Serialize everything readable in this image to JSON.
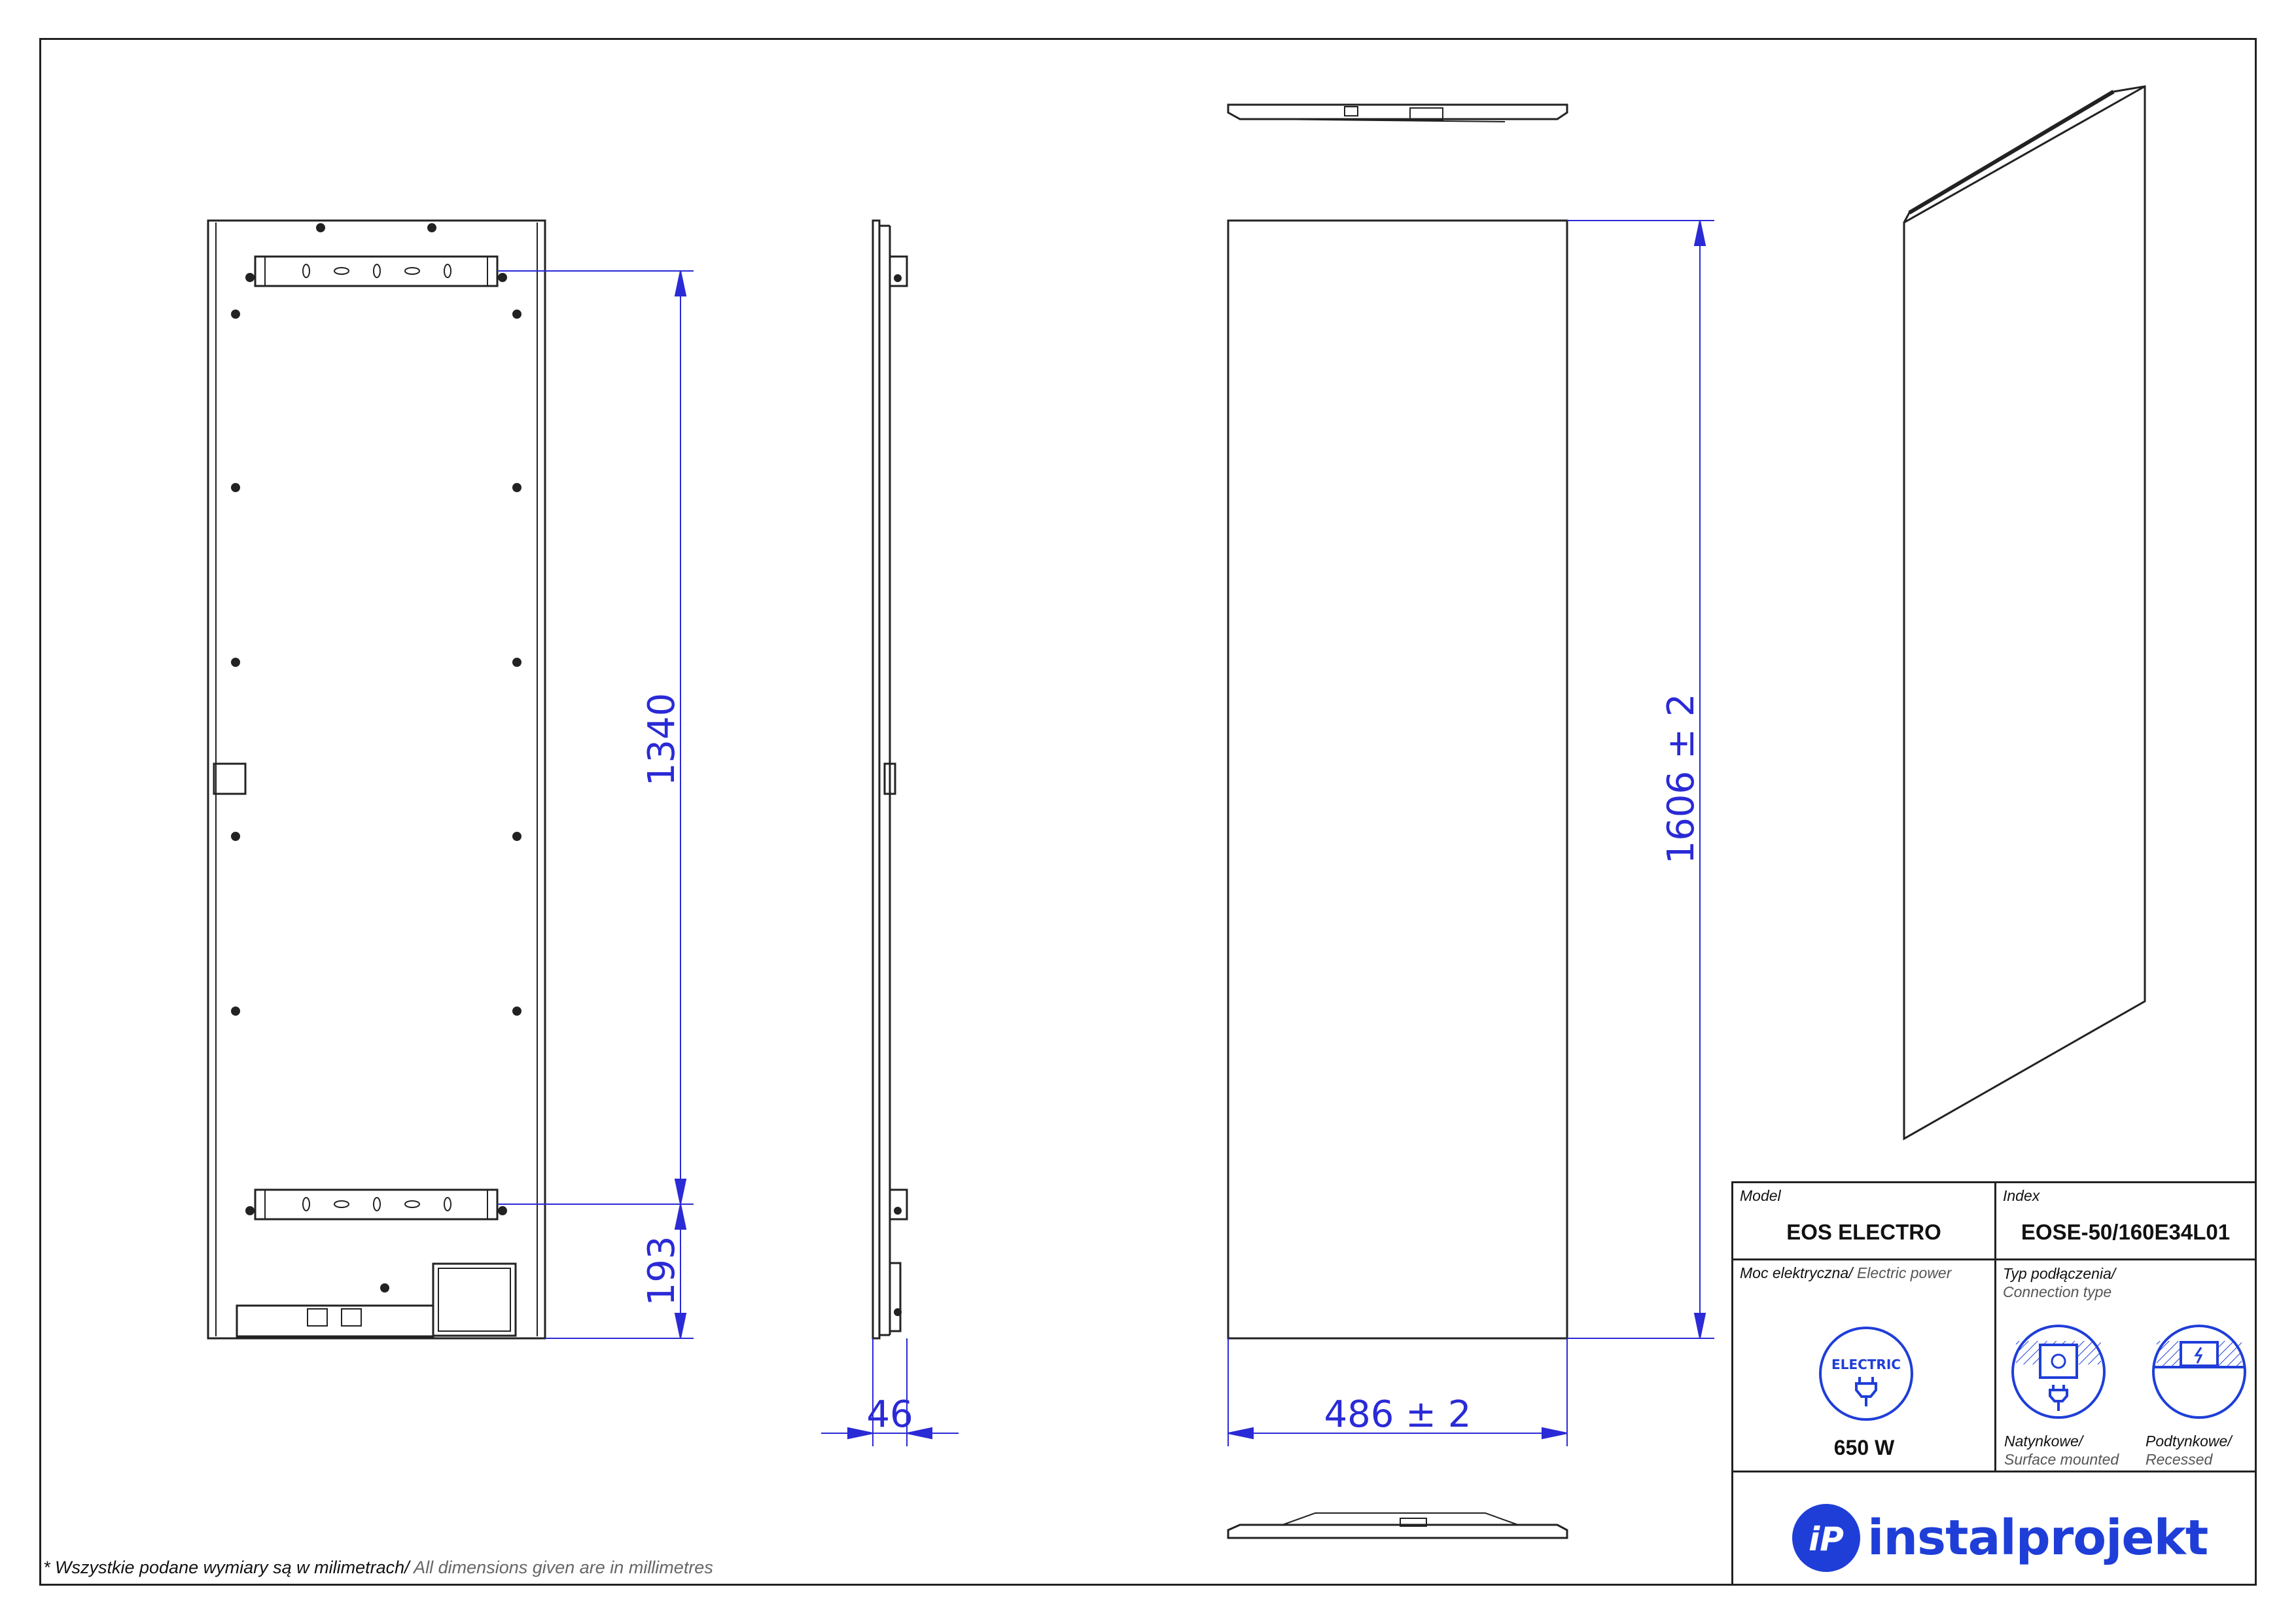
{
  "drawing": {
    "dimensions": {
      "bracket_spacing": "1340",
      "bottom_offset": "193",
      "depth": "46",
      "height": "1606  ± 2",
      "width": "486  ± 2"
    }
  },
  "title_block": {
    "model": {
      "label": "Model",
      "value": "EOS ELECTRO"
    },
    "index": {
      "label": "Index",
      "value": "EOSE-50/160E34L01"
    },
    "power": {
      "label_pl": "Moc elektryczna/",
      "label_en": " Electric power",
      "badge": "ELECTRIC",
      "value": "650 W"
    },
    "connection": {
      "label_pl": "Typ podłączenia/",
      "label_en": "Connection type",
      "surface_pl": "Natynkowe/",
      "surface_en": "Surface mounted",
      "recessed_pl": "Podtynkowe/",
      "recessed_en": "Recessed"
    }
  },
  "footer": {
    "note_pl": "* Wszystkie podane wymiary są w milimetrach/",
    "note_en": " All dimensions given are in millimetres"
  },
  "brand": {
    "name": "instalprojekt",
    "mark": "iP",
    "color": "#1f3ed8"
  },
  "colors": {
    "dimension": "#2a2ad6",
    "line": "#222222"
  }
}
